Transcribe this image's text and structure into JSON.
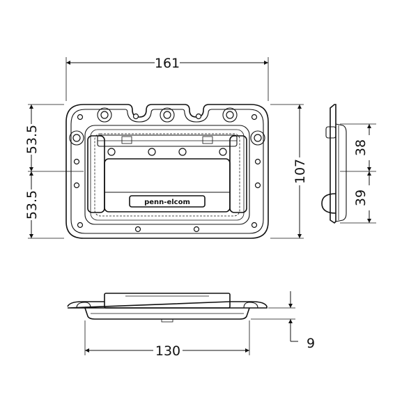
{
  "dimensions": {
    "overall_width": "161",
    "upper_half_height": "53.5",
    "lower_half_height": "53.5",
    "overall_height": "107",
    "side_upper_depth": "38",
    "side_lower_depth": "39",
    "bottom_width": "130",
    "bottom_depth": "9"
  },
  "logo_text": "penn-elcom"
}
